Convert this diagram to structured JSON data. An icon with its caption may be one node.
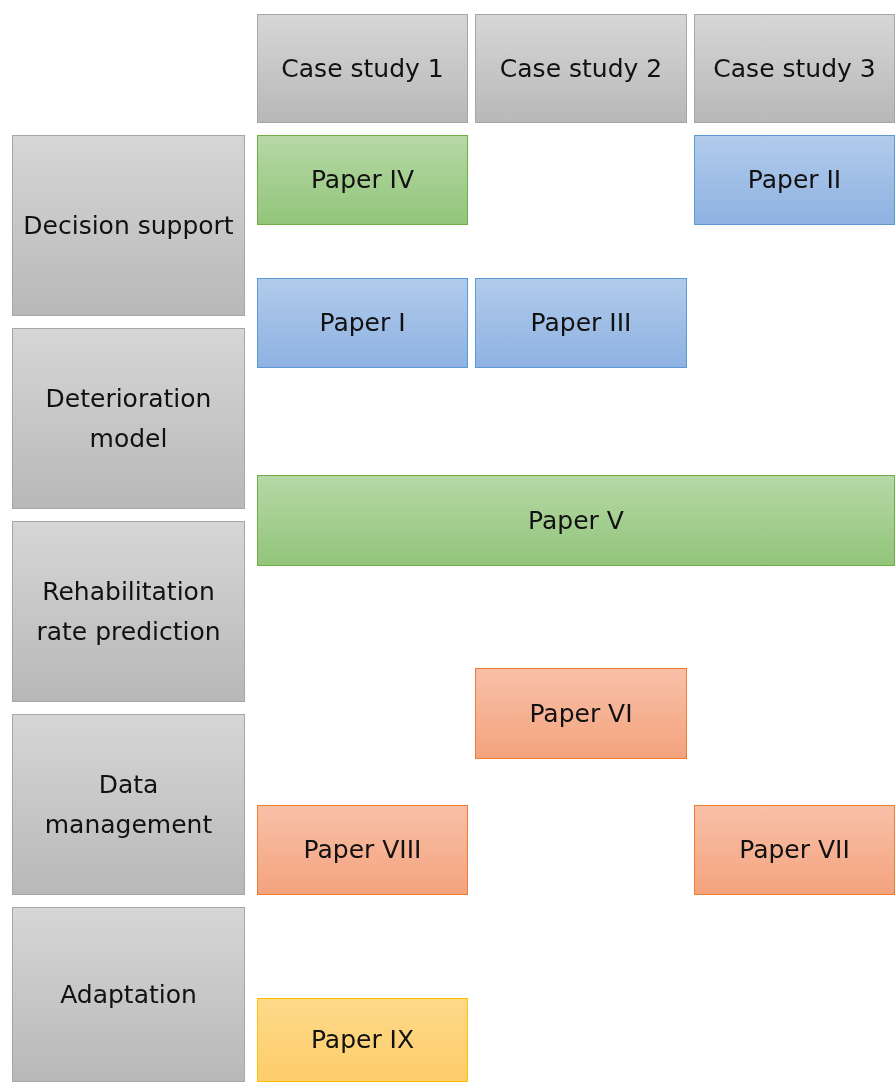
{
  "diagram": {
    "nodes": [
      {
        "text": [
          "Case study 1"
        ]
      },
      {
        "text": [
          "Case study 2"
        ]
      },
      {
        "text": [
          "Case study 3"
        ]
      },
      {
        "text": [
          "Decision support"
        ]
      },
      {
        "text": [
          "Paper IV"
        ]
      },
      {
        "text": [
          "Paper II"
        ]
      },
      {
        "text": [
          "Paper I"
        ]
      },
      {
        "text": [
          "Paper III"
        ]
      },
      {
        "text": [
          "Deterioration model"
        ]
      },
      {
        "text": [
          "Paper V"
        ]
      },
      {
        "text": [
          "Rehabilitation rate prediction"
        ]
      },
      {
        "text": [
          "Paper VI"
        ]
      },
      {
        "text": [
          "Data management"
        ]
      },
      {
        "text": [
          "Paper VIII"
        ]
      },
      {
        "text": [
          "Paper VII"
        ]
      },
      {
        "text": [
          "Adaptation"
        ]
      },
      {
        "text": [
          "Paper IX"
        ]
      }
    ],
    "edges": []
  }
}
